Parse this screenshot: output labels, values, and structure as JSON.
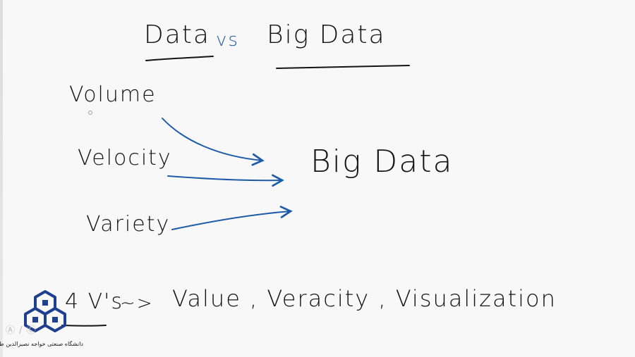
{
  "title": {
    "data": "Data",
    "vs": "vs",
    "big_data": "Big Data"
  },
  "vs": [
    {
      "label": "Volume"
    },
    {
      "label": "Velocity"
    },
    {
      "label": "Variety"
    }
  ],
  "target": "Big Data",
  "extra": {
    "prefix": "4 V's",
    "arrow": "~>",
    "items": "Value , Veracity , Visualization"
  },
  "logo": {
    "caption": "دانشگاه صنعتی خواجه نصیرالدین طوسی",
    "watermark": "Ⓐ / Ⓒ"
  },
  "colors": {
    "ink": "#141414",
    "pen_blue": "#1d5aa7",
    "logo_blue": "#1f3f8f",
    "background": "#f8f8f8"
  }
}
